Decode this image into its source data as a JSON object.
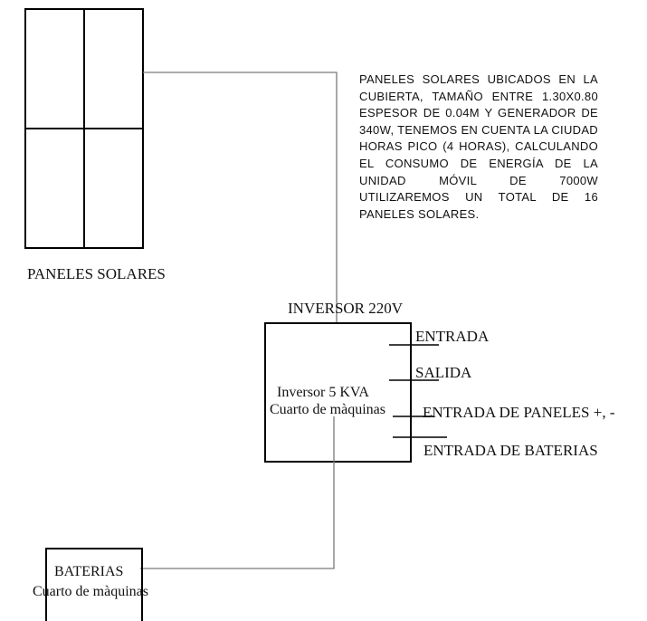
{
  "solar_panels": {
    "label": "PANELES SOLARES"
  },
  "description": {
    "text": "PANELES SOLARES UBICADOS EN LA CUBIERTA, TAMAÑO ENTRE 1.30X0.80 ESPESOR DE 0.04M Y GENERADOR DE 340W, TENEMOS EN CUENTA LA CIUDAD HORAS PICO (4 HORAS), CALCULANDO EL CONSUMO DE ENERGÍA DE LA UNIDAD MÓVIL DE 7000W UTILIZAREMOS UN TOTAL DE 16 PANELES SOLARES."
  },
  "inverter": {
    "title": "INVERSOR 220V",
    "model": "Inversor 5 KVA",
    "location": "Cuarto de màquinas",
    "ports": {
      "input": "ENTRADA",
      "output": "SALIDA",
      "panel_input": "ENTRADA DE PANELES +, -",
      "battery_input": "ENTRADA DE BATERIAS"
    }
  },
  "batteries": {
    "title": "BATERIAS",
    "location": "Cuarto de màquinas"
  },
  "colors": {
    "box_stroke": "#000000",
    "wire": "#7a7a7a",
    "text": "#111111"
  }
}
